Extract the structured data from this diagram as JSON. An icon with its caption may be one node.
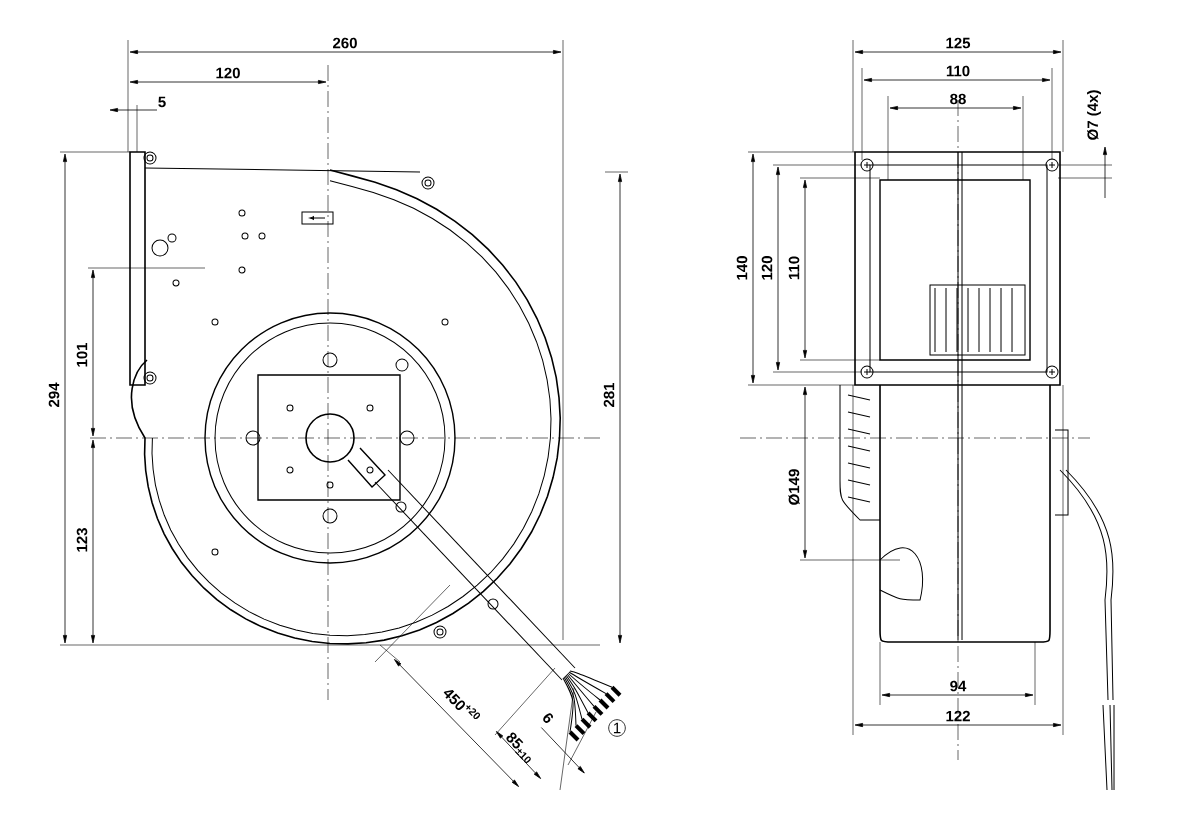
{
  "diagram": {
    "labels": [
      "260",
      "125",
      "120",
      "110",
      "5",
      "88",
      "Ø7 (4x)",
      "140",
      "120",
      "110",
      "294",
      "101",
      "281",
      "Ø149",
      "123",
      "94",
      "450$^{+20}$",
      "6",
      "85$_{±10}$",
      "1",
      "122"
    ]
  }
}
